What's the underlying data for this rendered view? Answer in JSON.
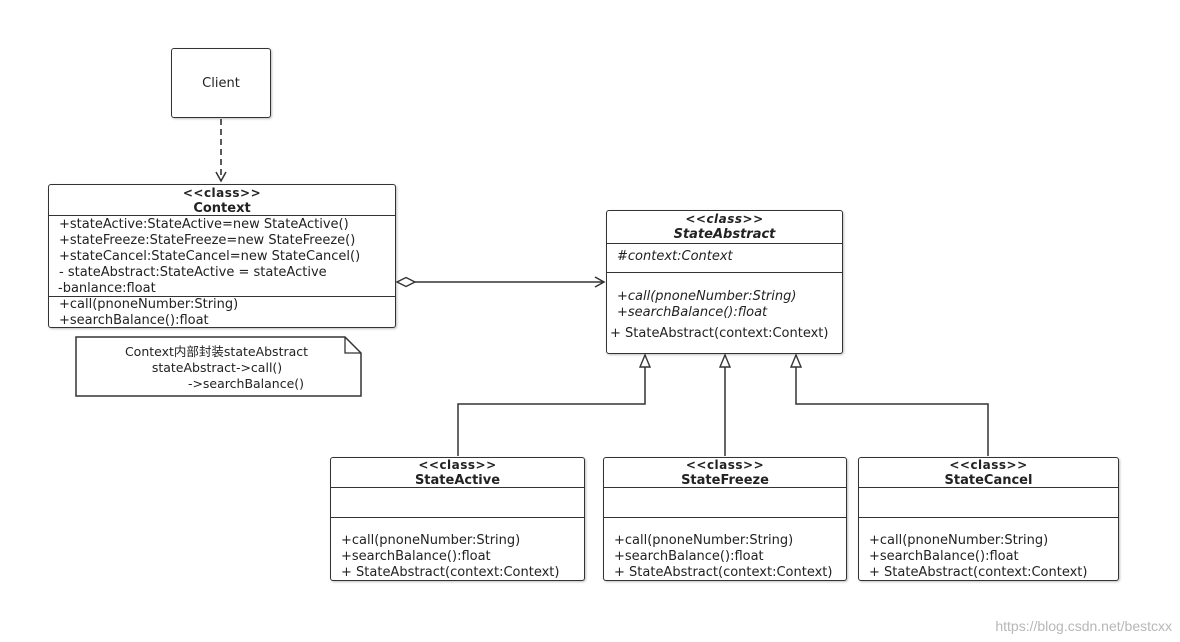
{
  "client": {
    "label": "Client"
  },
  "context": {
    "stereotype": "<<class>>",
    "name": "Context",
    "attributes": [
      "+stateActive:StateActive=new StateActive()",
      "+stateFreeze:StateFreeze=new StateFreeze()",
      "+stateCancel:StateCancel=new StateCancel()",
      "- stateAbstract:StateActive = stateActive",
      "-banlance:float"
    ],
    "operations": [
      "+call(pnoneNumber:String)",
      "+searchBalance():float"
    ]
  },
  "note": {
    "lines": [
      "Context内部封装stateAbstract",
      "stateAbstract->call()",
      "->searchBalance()"
    ]
  },
  "state_abstract": {
    "stereotype": "<<class>>",
    "name": "StateAbstract",
    "attributes": [
      "#context:Context"
    ],
    "operations": [
      "+call(pnoneNumber:String)",
      "+searchBalance():float",
      "+ StateAbstract(context:Context)"
    ]
  },
  "state_active": {
    "stereotype": "<<class>>",
    "name": "StateActive",
    "operations": [
      "+call(pnoneNumber:String)",
      "+searchBalance():float",
      "+ StateAbstract(context:Context)"
    ]
  },
  "state_freeze": {
    "stereotype": "<<class>>",
    "name": "StateFreeze",
    "operations": [
      "+call(pnoneNumber:String)",
      "+searchBalance():float",
      "+ StateAbstract(context:Context)"
    ]
  },
  "state_cancel": {
    "stereotype": "<<class>>",
    "name": "StateCancel",
    "operations": [
      "+call(pnoneNumber:String)",
      "+searchBalance():float",
      "+ StateAbstract(context:Context)"
    ]
  },
  "watermark": "https://blog.csdn.net/bestcxx",
  "colors": {
    "stroke": "#333333",
    "watermark": "#b7b7b7"
  }
}
